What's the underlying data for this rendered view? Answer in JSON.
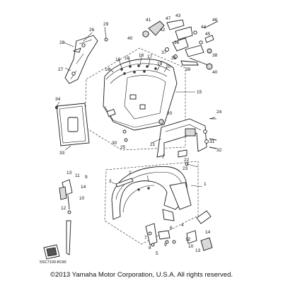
{
  "diagram": {
    "part_code": "5SC7100-B190",
    "copyright": "©2013 Yamaha Motor Corporation, U.S.A. All rights reserved.",
    "callouts": [
      "1",
      "2",
      "3",
      "4",
      "5",
      "6",
      "7",
      "8",
      "9",
      "10",
      "11",
      "12",
      "13",
      "14",
      "15",
      "16",
      "17",
      "18",
      "19",
      "20",
      "21",
      "22",
      "23",
      "24",
      "25",
      "26",
      "27",
      "28",
      "29",
      "30",
      "31",
      "32",
      "33",
      "34",
      "35",
      "36",
      "37",
      "38",
      "39",
      "40",
      "41",
      "42",
      "43",
      "44",
      "45",
      "46",
      "47"
    ]
  }
}
